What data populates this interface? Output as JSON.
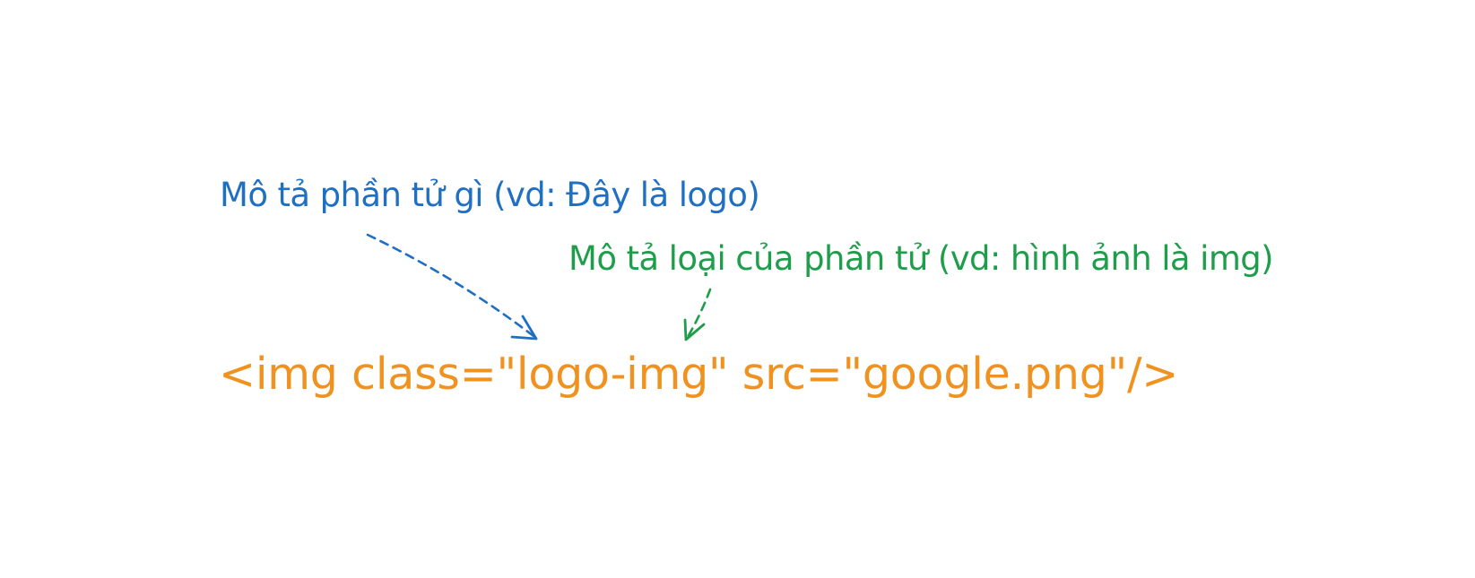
{
  "labels": {
    "element_description": "Mô tả phần tử gì (vd: Đây là logo)",
    "element_type": "Mô tả loại của phần tử (vd: hình ảnh là img)"
  },
  "code": {
    "line": "<img class=\"logo-img\" src=\"google.png\"/>"
  },
  "colors": {
    "blue": "#1f6fc2",
    "green": "#1e9e4a",
    "orange": "#f0921f"
  }
}
